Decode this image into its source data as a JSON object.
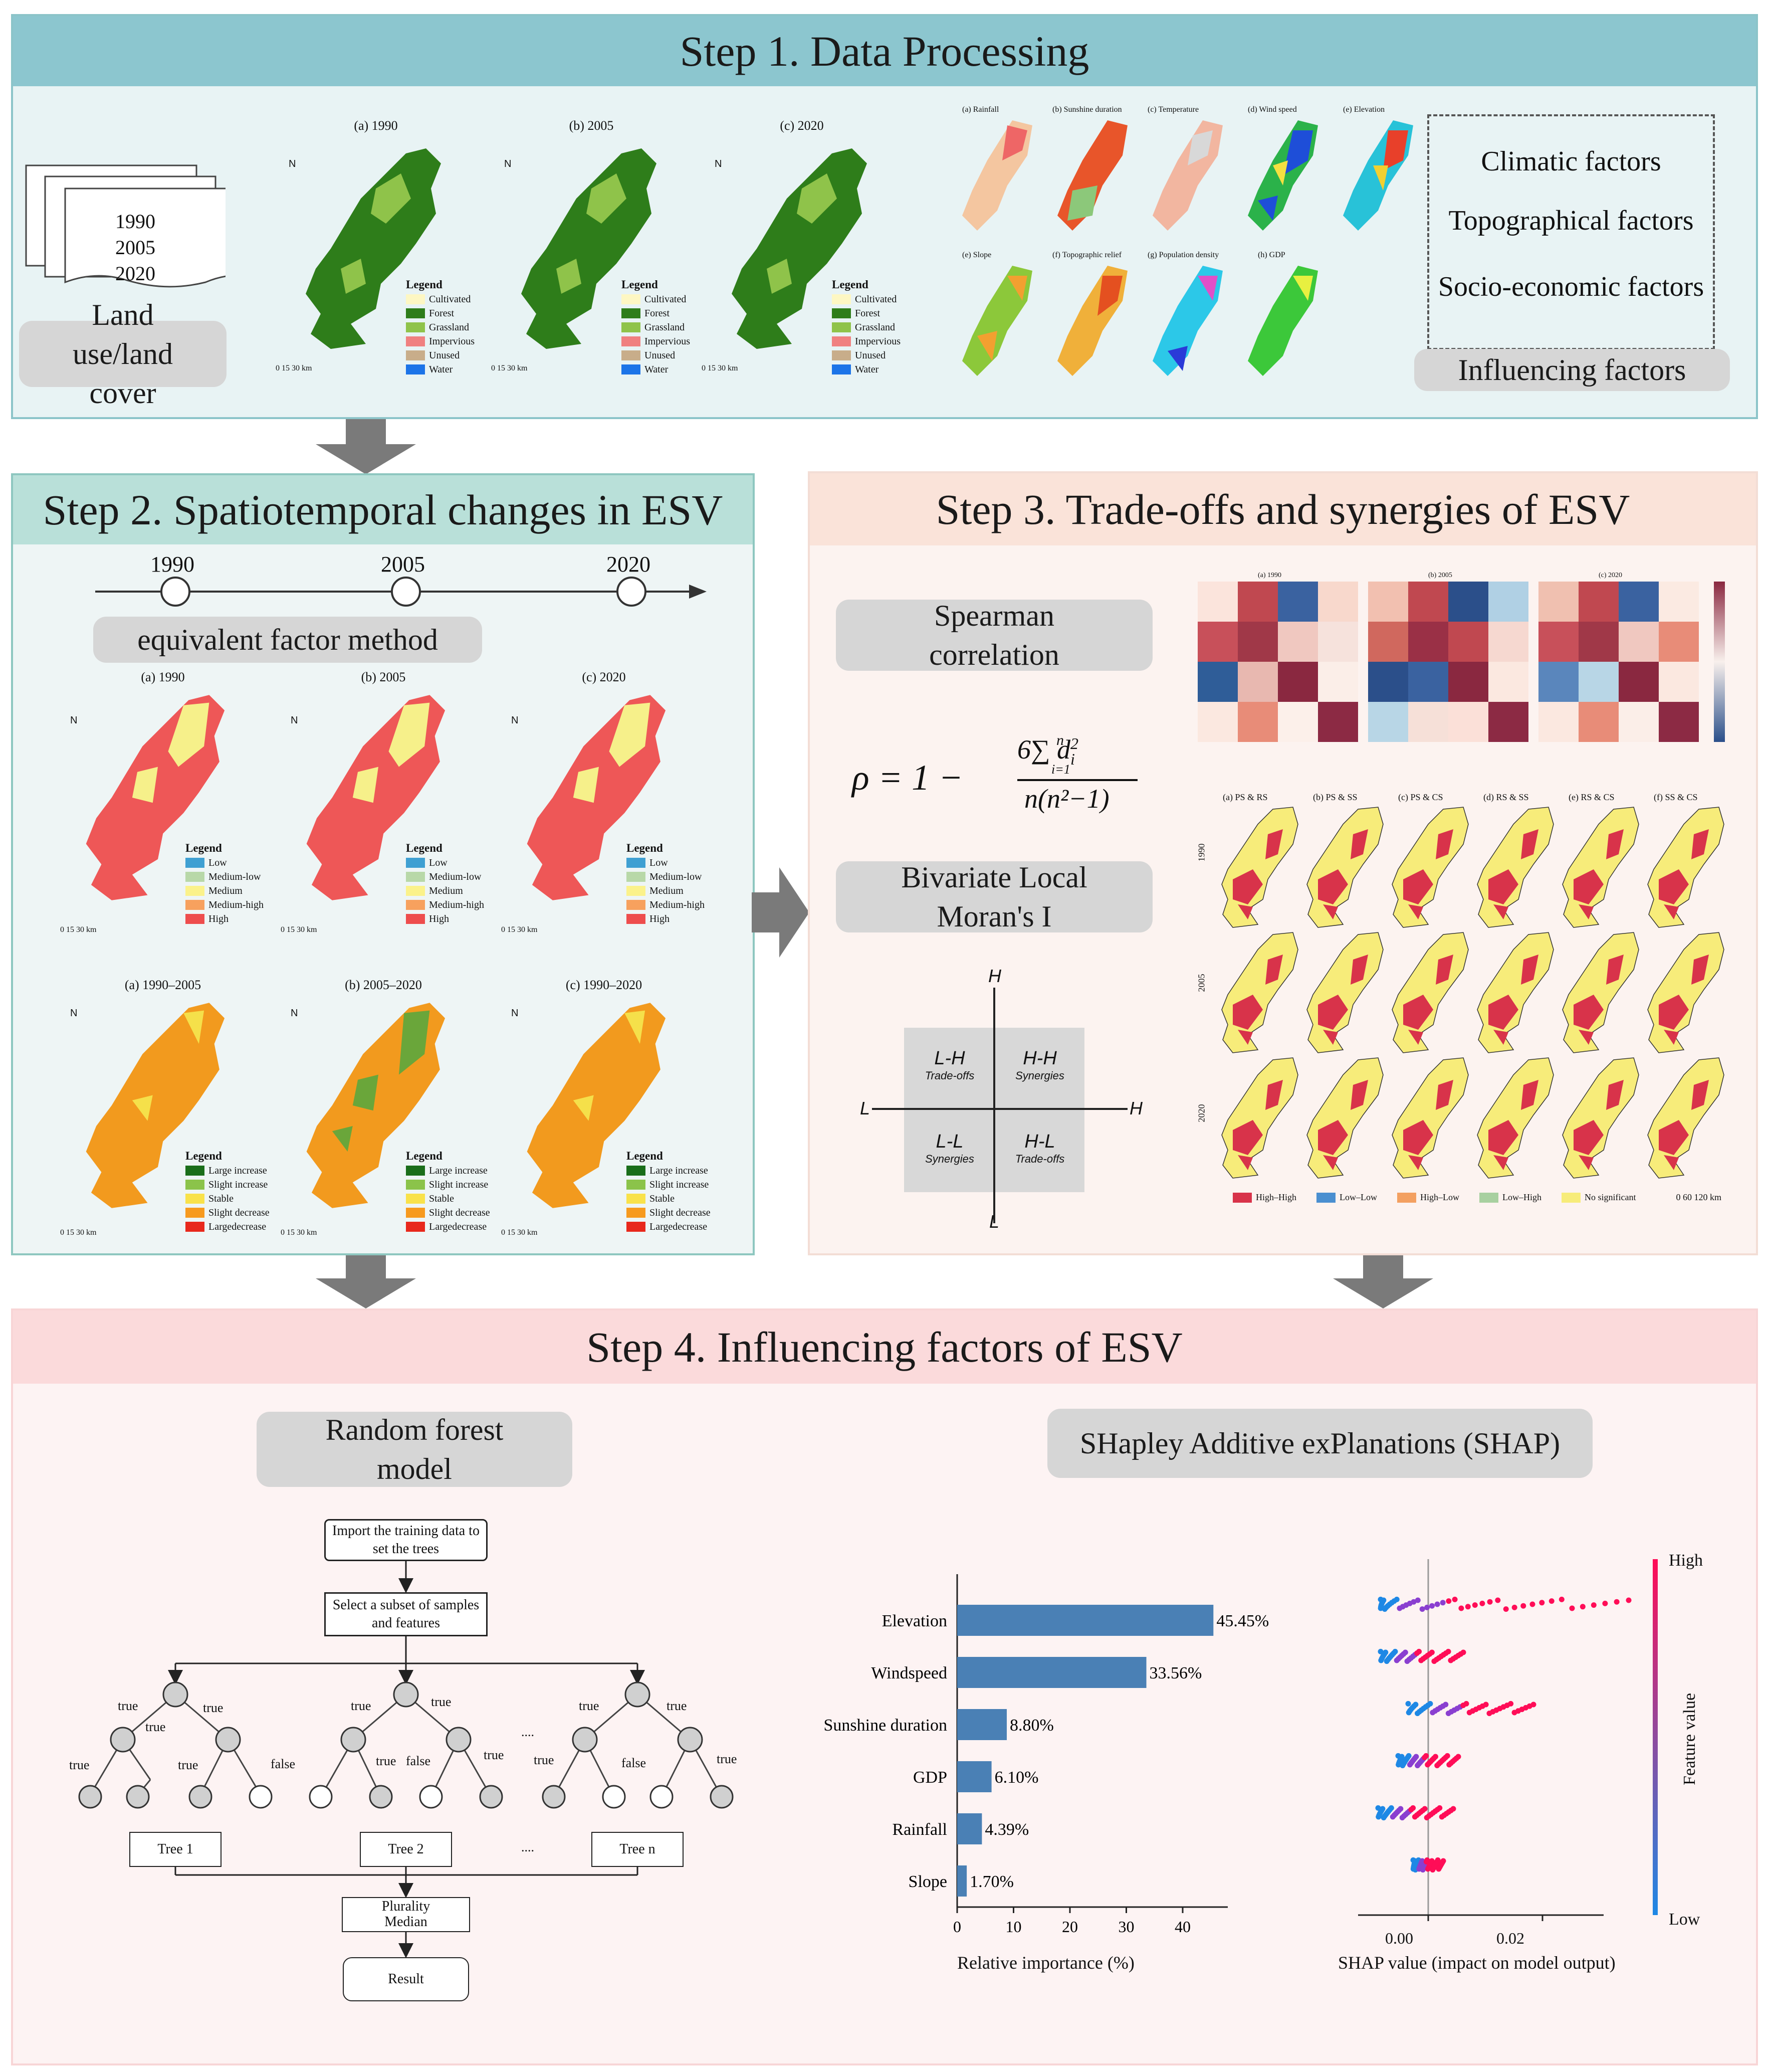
{
  "step1": {
    "title": "Step 1. Data Processing",
    "years": [
      "1990",
      "2005",
      "2020"
    ],
    "lulc_label": "Land use/land cover",
    "maps": [
      "(a) 1990",
      "(b) 2005",
      "(c) 2020"
    ],
    "legend_title": "Legend",
    "legend": [
      {
        "label": "Cultivated",
        "color": "#fdf7c3"
      },
      {
        "label": "Forest",
        "color": "#2e7d1a"
      },
      {
        "label": "Grassland",
        "color": "#8fc34a"
      },
      {
        "label": "Impervious",
        "color": "#f08080"
      },
      {
        "label": "Unused",
        "color": "#c8ad8a"
      },
      {
        "label": "Water",
        "color": "#1c74e8"
      }
    ],
    "factor_maps_top": [
      "(a) Rainfall",
      "(b) Sunshine duration",
      "(c) Temperature",
      "(d) Wind speed",
      "(e) Elevation"
    ],
    "factor_maps_bottom": [
      "(e) Slope",
      "(f) Topographic relief",
      "(g) Population density",
      "(h) GDP"
    ],
    "factors": [
      "Climatic factors",
      "Topographical factors",
      "Socio-economic factors"
    ],
    "factors_label": "Influencing factors",
    "north": "N",
    "scale": "0 15 30 km"
  },
  "step2": {
    "title": "Step 2. Spatiotemporal changes in ESV",
    "timeline": [
      "1990",
      "2005",
      "2020"
    ],
    "method": "equivalent factor method",
    "maps_top": [
      "(a) 1990",
      "(b) 2005",
      "(c) 2020"
    ],
    "legend_top": [
      {
        "label": "Low",
        "color": "#3fa0d2"
      },
      {
        "label": "Medium-low",
        "color": "#b8d8a8"
      },
      {
        "label": "Medium",
        "color": "#fbf28b"
      },
      {
        "label": "Medium-high",
        "color": "#f7a15e"
      },
      {
        "label": "High",
        "color": "#ee4d4d"
      }
    ],
    "maps_bottom": [
      "(a) 1990–2005",
      "(b) 2005–2020",
      "(c) 1990–2020"
    ],
    "legend_bottom": [
      {
        "label": "Large increase",
        "color": "#1a6e1a"
      },
      {
        "label": "Slight increase",
        "color": "#8bc34a"
      },
      {
        "label": "Stable",
        "color": "#f9e24a"
      },
      {
        "label": "Slight decrease",
        "color": "#f79a1e"
      },
      {
        "label": "Largedecrease",
        "color": "#e8281c"
      }
    ]
  },
  "step3": {
    "title": "Step 3. Trade-offs and synergies of ESV",
    "spearman": "Spearman correlation",
    "formula": {
      "lhs": "ρ = 1 −",
      "num": "6∑ d",
      "sum_top": "n",
      "sum_bottom": "i=1",
      "sub": "i",
      "sup": "2",
      "den": "n(n²−1)"
    },
    "moran": "Bivariate Local Moran's I",
    "quadrant": {
      "axis_high": "H",
      "axis_low": "L",
      "cells": [
        {
          "code": "L-H",
          "desc": "Trade-offs"
        },
        {
          "code": "H-H",
          "desc": "Synergies"
        },
        {
          "code": "L-L",
          "desc": "Synergies"
        },
        {
          "code": "H-L",
          "desc": "Trade-offs"
        }
      ]
    },
    "heatmap_titles": [
      "(a) 1990",
      "(b) 2005",
      "(c) 2020"
    ],
    "lisa_cols": [
      "(a) PS & RS",
      "(b) PS & SS",
      "(c) PS & CS",
      "(d) RS & SS",
      "(e) RS & CS",
      "(f) SS & CS"
    ],
    "lisa_rows": [
      "1990",
      "2005",
      "2020"
    ],
    "lisa_legend": [
      {
        "label": "High–High",
        "color": "#d8334a"
      },
      {
        "label": "Low–Low",
        "color": "#4a8fd0"
      },
      {
        "label": "High–Low",
        "color": "#f3a061"
      },
      {
        "label": "Low–High",
        "color": "#a8d0a0"
      },
      {
        "label": "No significant",
        "color": "#f7ec7a"
      }
    ],
    "lisa_scale": "0 60 120 km"
  },
  "step4": {
    "title": "Step 4. Influencing factors of ESV",
    "rf_label": "Random forest model",
    "shap_label": "SHapley Additive exPlanations (SHAP)",
    "flow": {
      "import": "Import the training data to set the trees",
      "select": "Select a subset of samples and features",
      "trees": [
        "Tree 1",
        "Tree 2",
        "Tree n"
      ],
      "ellipsis": "....",
      "vote": "Plurality Median",
      "result": "Result",
      "true": "true",
      "false": "false"
    },
    "shap_low": "Low",
    "shap_high": "High",
    "shap_feature_value": "Feature value",
    "shap_xlabel": "SHAP value (impact on model output)",
    "shap_ticks": [
      "0.00",
      "0.02"
    ]
  },
  "chart_data": {
    "type": "bar",
    "categories": [
      "Elevation",
      "Windspeed",
      "Sunshine duration",
      "GDP",
      "Rainfall",
      "Slope"
    ],
    "values": [
      45.45,
      33.56,
      8.8,
      6.1,
      4.39,
      1.7
    ],
    "value_labels": [
      "45.45%",
      "33.56%",
      "8.80%",
      "6.10%",
      "4.39%",
      "1.70%"
    ],
    "xlabel": "Relative importance (%)",
    "xlim": [
      0,
      48
    ],
    "xticks": [
      "0",
      "10",
      "20",
      "30",
      "40"
    ],
    "orientation": "horizontal",
    "color": "#4a80b5"
  }
}
